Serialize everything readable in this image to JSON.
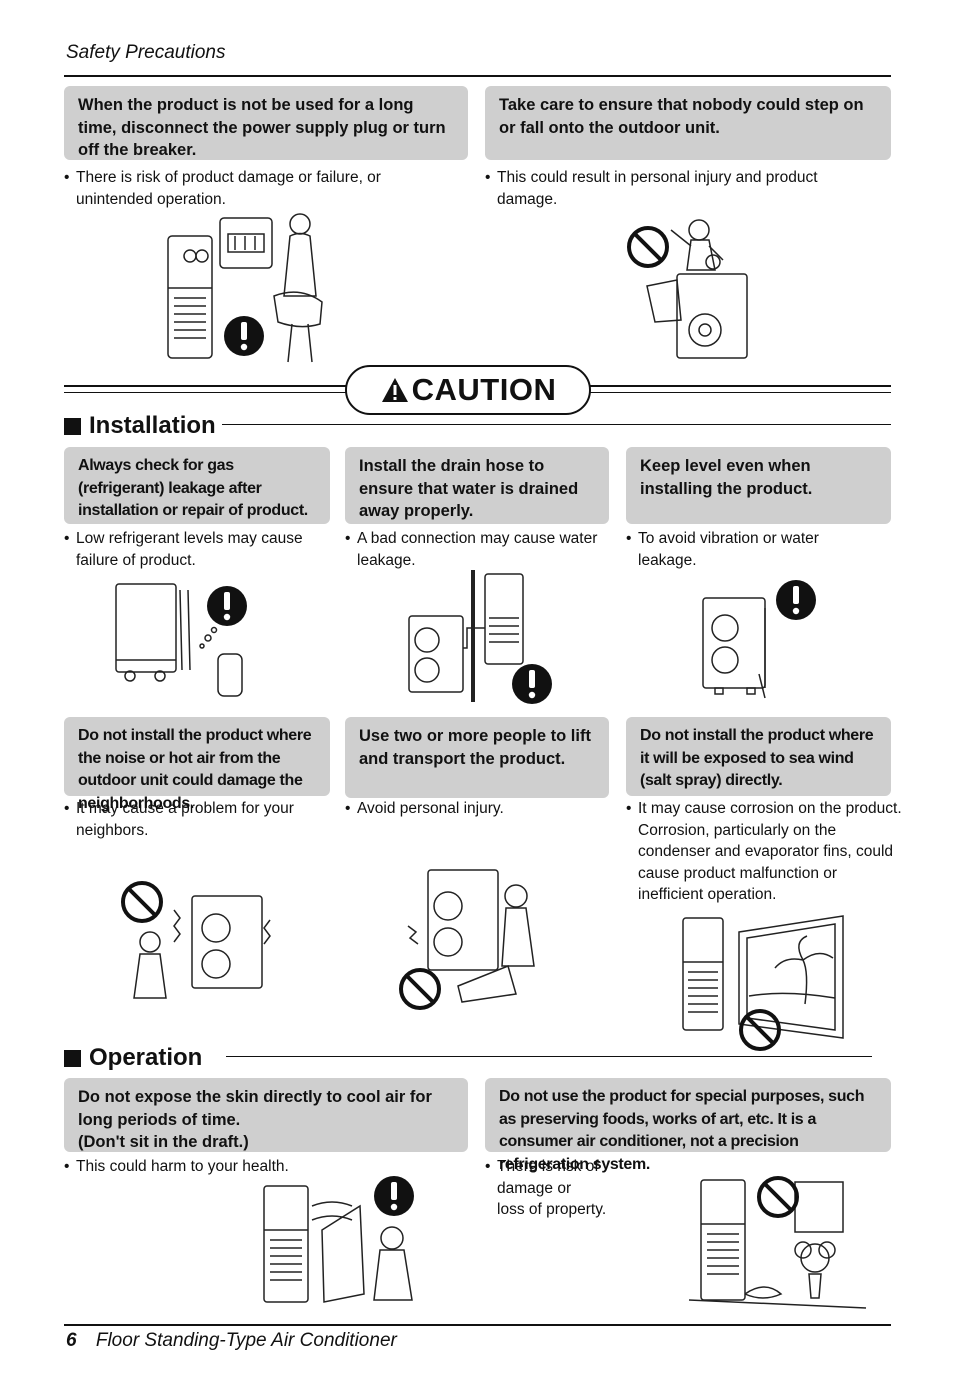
{
  "header": {
    "title": "Safety Precautions"
  },
  "top_left": {
    "box": "When the product is not be used for a long time, disconnect the power supply plug or turn off the breaker.",
    "bullet": "There is risk of product damage or failure, or unintended operation."
  },
  "top_right": {
    "box": "Take care to ensure that nobody could step on or fall onto the outdoor unit.",
    "bullet": "This could result in personal injury and product damage."
  },
  "caution": {
    "label": "CAUTION"
  },
  "installation": {
    "title": "Installation",
    "items": [
      {
        "box": "Always check for gas (refrigerant) leakage after installation or repair of product.",
        "bullet": "Low refrigerant levels may cause failure of product."
      },
      {
        "box": "Install the drain hose to ensure that water is drained away properly.",
        "bullet": "A bad connection may cause water leakage."
      },
      {
        "box": "Keep level even when installing the product.",
        "bullet": "To avoid vibration or water leakage."
      },
      {
        "box": "Do not install the product where the noise or hot air from the outdoor unit could damage the neighborhoods.",
        "bullet": "It may cause a problem for your neighbors."
      },
      {
        "box": "Use two or more people to lift and transport the product.",
        "bullet": "Avoid personal injury."
      },
      {
        "box": "Do not install the product where it will be exposed to sea wind (salt spray) directly.",
        "bullet": "It may cause corrosion on the product. Corrosion, particularly on the condenser and evaporator fins, could cause product malfunction or inefficient operation."
      }
    ]
  },
  "operation": {
    "title": "Operation",
    "items": [
      {
        "box_lines": [
          "Do not expose the skin directly to cool air for long periods of time.",
          "(Don't sit in the draft.)"
        ],
        "bullet": "This could harm to your health."
      },
      {
        "box": "Do not use the product for special purposes, such as preserving foods, works of art, etc. It is a consumer air conditioner, not a precision refrigeration system.",
        "bullet_lines": [
          "There is risk of",
          "damage or",
          "loss of property."
        ]
      }
    ]
  },
  "footer": {
    "page_number": "6",
    "title": "Floor Standing-Type Air Conditioner"
  },
  "icons": {
    "mandatory": "exclamation-circle-icon",
    "prohibition": "prohibition-circle-icon",
    "warning": "warning-triangle-icon"
  },
  "colors": {
    "box_background": "#cfcfcf",
    "text": "#111111"
  }
}
